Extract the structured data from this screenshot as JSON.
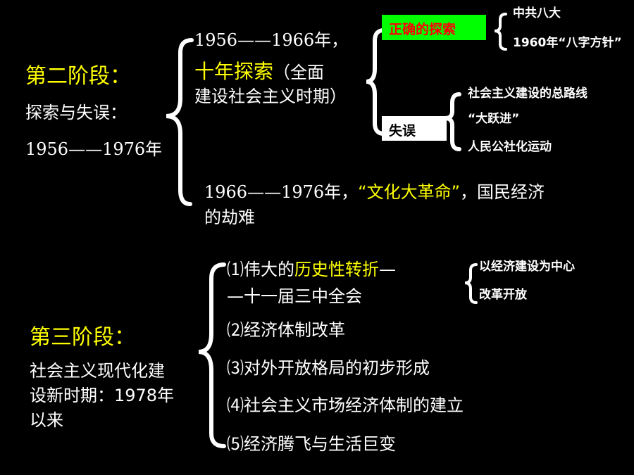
{
  "stage2": {
    "title": "第二阶段：",
    "subtitle": "探索与失误：",
    "years": "1956——1976年"
  },
  "decade": {
    "years": "1956——1966年，",
    "highlight": "十年探索",
    "desc1": "（全面",
    "desc2": "建设社会主义时期）"
  },
  "correct": {
    "label": "正确的探索",
    "items": [
      "中共八大",
      "1960年“八字方针”"
    ]
  },
  "mistake": {
    "label": "失误",
    "items": [
      "社会主义建设的总路线",
      "“大跃进”",
      "人民公社化运动"
    ]
  },
  "culture": {
    "years": "1966——1976年，",
    "highlight": "“文化大革命”",
    "rest": "，国民经济",
    "line2": "的劫难"
  },
  "stage3": {
    "title": "第三阶段：",
    "line1": "社会主义现代化建",
    "line2": "设新时期：1978年",
    "line3": "以来"
  },
  "points": {
    "p1_prefix": "⑴伟大的",
    "p1_highlight": "历史性转折",
    "p1_dash": "—",
    "p1_line2": "—十一届三中全会",
    "p2": "⑵经济体制改革",
    "p3": "⑶对外开放格局的初步形成",
    "p4": "⑷社会主义市场经济体制的建立",
    "p5": "⑸经济腾飞与生活巨变"
  },
  "turning": {
    "items": [
      "以经济建设为中心",
      "改革开放"
    ]
  },
  "colors": {
    "background": "#000000",
    "text": "#ffffff",
    "highlight": "#ffff00",
    "green_box": "#00ff00",
    "red_text": "#ff0000"
  }
}
